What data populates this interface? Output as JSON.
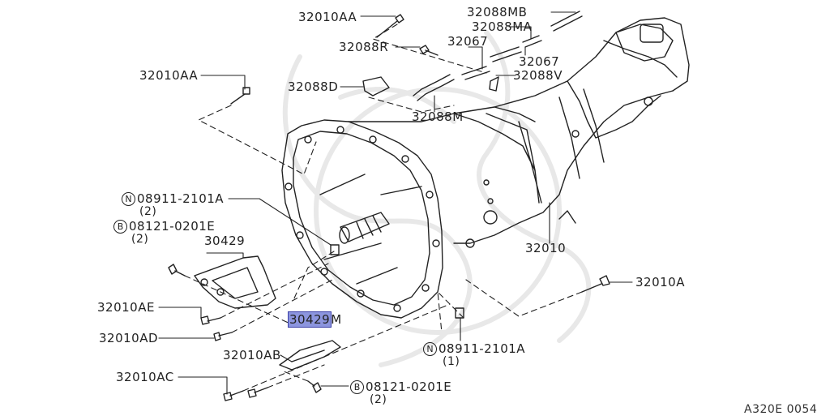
{
  "parts": {
    "p32010AA_top": "32010AA",
    "p32088MB": "32088MB",
    "p32088MA": "32088MA",
    "p32088R": "32088R",
    "p32067_a": "32067",
    "p32067_b": "32067",
    "p32010AA_left": "32010AA",
    "p32088D": "32088D",
    "p32088V": "32088V",
    "p32088M": "32088M",
    "n08911_top": {
      "marker": "N",
      "code": "08911-2101A",
      "qty": "(2)"
    },
    "b08121_top": {
      "marker": "B",
      "code": "08121-0201E",
      "qty": "(2)"
    },
    "p30429": "30429",
    "p32010": "32010",
    "p32010A": "32010A",
    "p32010AE": "32010AE",
    "p30429M": {
      "main": "30429",
      "suffix": "M"
    },
    "p32010AD": "32010AD",
    "n08911_bottom": {
      "marker": "N",
      "code": "08911-2101A",
      "qty": "(1)"
    },
    "p32010AB": "32010AB",
    "p32010AC": "32010AC",
    "b08121_bottom": {
      "marker": "B",
      "code": "08121-0201E",
      "qty": "(2)"
    }
  },
  "diagram_code": "A320E 0054"
}
